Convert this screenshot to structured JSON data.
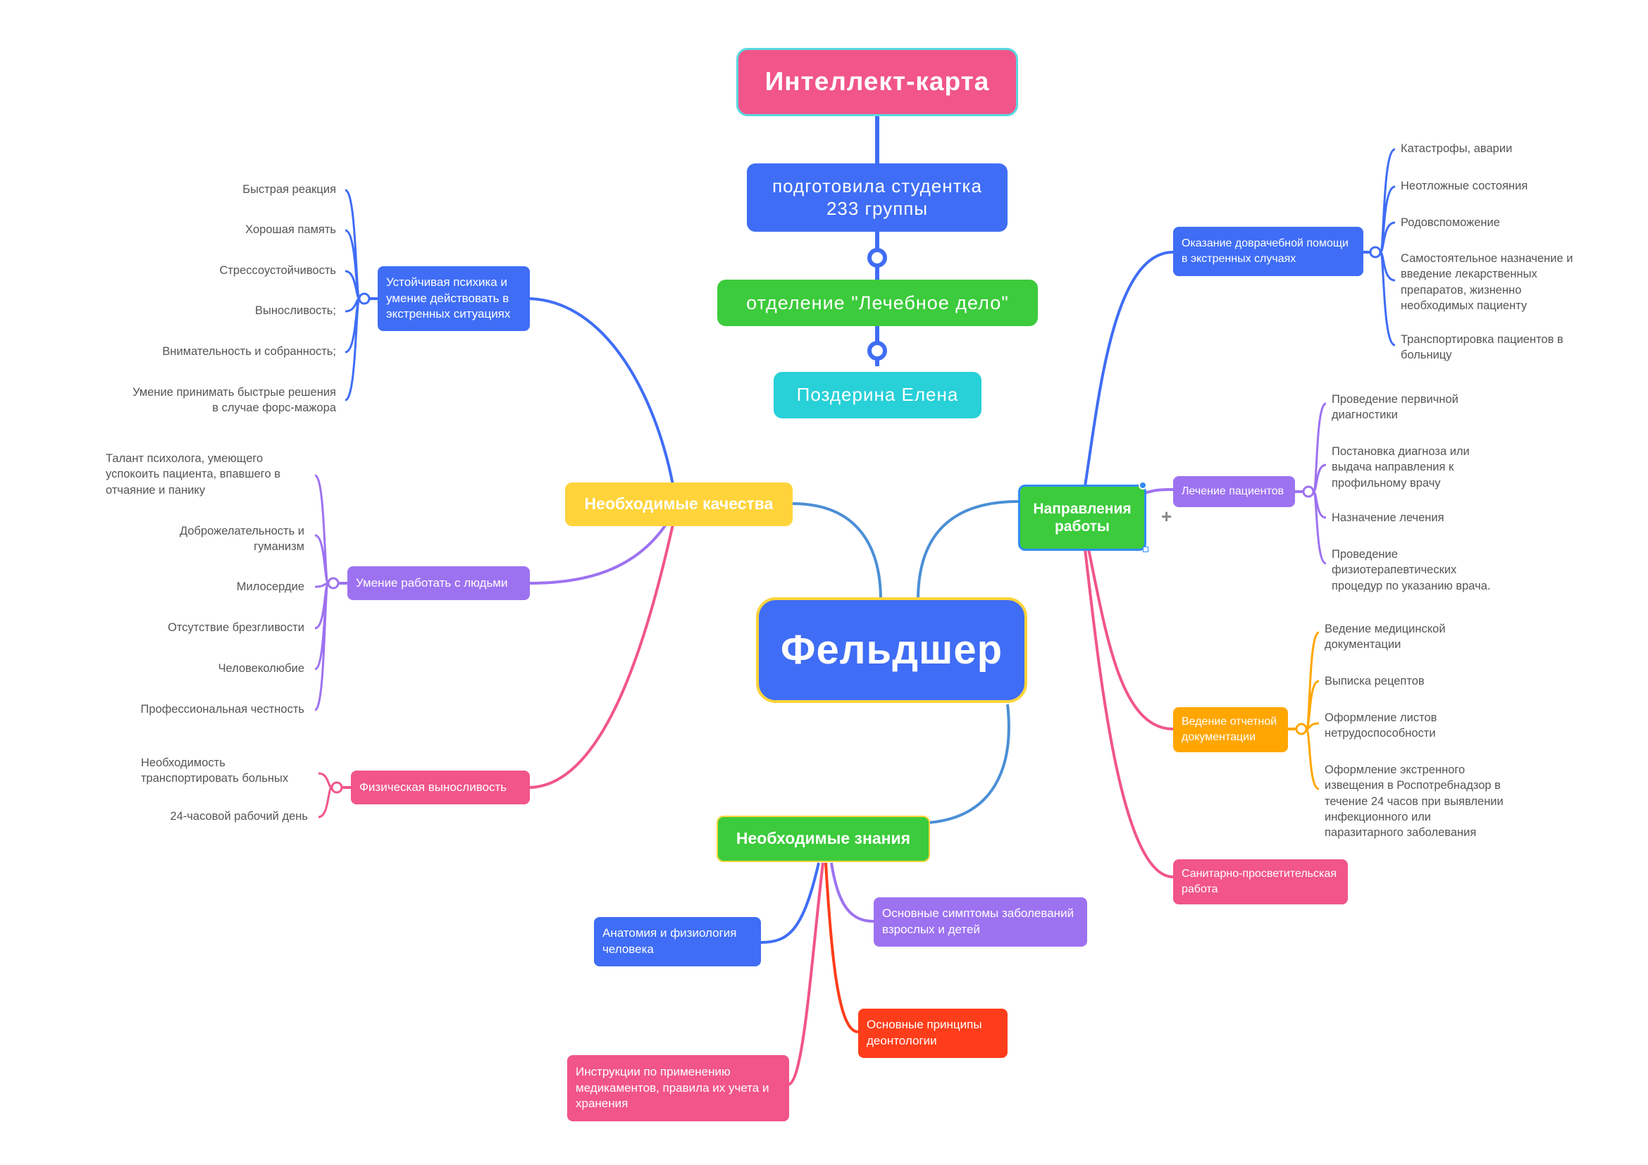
{
  "header": {
    "title": "Интеллект-карта",
    "author_line": "подготовила студентка\n233 группы",
    "department": "отделение \"Лечебное дело\"",
    "name": "Поздерина Елена"
  },
  "center": {
    "label": "Фельдшер"
  },
  "qualities": {
    "label": "Необходимые качества",
    "branches": [
      {
        "label": "Устойчивая психика и умение действовать в экстренных ситуациях",
        "items": [
          "Быстрая реакция",
          "Хорошая память",
          "Стрессоустойчивость",
          "Выносливость;",
          "Внимательность и собранность;",
          "Умение принимать быстрые решения в случае форс-мажора"
        ]
      },
      {
        "label": "Умение работать с людьми",
        "items": [
          "Талант психолога, умеющего успокоить пациента, впавшего в отчаяние и панику",
          "Доброжелательность и гуманизм",
          "Милосердие",
          "Отсутствие брезгливости",
          "Человеколюбие",
          "Профессиональная честность"
        ]
      },
      {
        "label": "Физическая выносливость",
        "items": [
          "Необходимость транспортировать больных",
          "24-часовой рабочий день"
        ]
      }
    ]
  },
  "directions": {
    "label": "Направления работы",
    "branches": [
      {
        "label": "Оказание доврачебной помощи в экстренных случаях",
        "items": [
          "Катастрофы, аварии",
          "Неотложные состояния",
          "Родовспоможение",
          "Самостоятельное назначение и введение лекарственных препаратов, жизненно необходимых пациенту",
          "Транспортировка пациентов в больницу"
        ]
      },
      {
        "label": "Лечение пациентов",
        "items": [
          "Проведение первичной диагностики",
          "Постановка диагноза или выдача направления к профильному врачу",
          "Назначение лечения",
          "Проведение физиотерапевтических процедур по указанию врача."
        ]
      },
      {
        "label": "Ведение отчетной документации",
        "items": [
          "Ведение медицинской документации",
          "Выписка рецептов",
          "Оформление листов нетрудоспособности",
          "Оформление экстренного извещения в Роспотребнадзор в течение 24 часов при выявлении инфекционного или паразитарного заболевания"
        ]
      },
      {
        "label": "Санитарно-просветительская работа",
        "items": []
      }
    ]
  },
  "knowledge": {
    "label": "Необходимые знания",
    "branches": [
      {
        "label": "Анатомия и физиология человека"
      },
      {
        "label": "Основные симптомы заболеваний взрослых и детей"
      },
      {
        "label": "Основные принципы деонтологии"
      },
      {
        "label": "Инструкции по применению медикаментов, правила их учета и хранения"
      }
    ]
  },
  "colors": {
    "title": "#f1558a",
    "blue": "#3f6df5",
    "green": "#3ccb3c",
    "teal": "#28d0d8",
    "purple": "#9d72f0",
    "pink": "#f1558a",
    "orange": "#ffa600",
    "yellow": "#ffd43b",
    "red": "#ff3d1a"
  },
  "icons": {
    "add": "plus-icon"
  },
  "add_symbol": "+"
}
